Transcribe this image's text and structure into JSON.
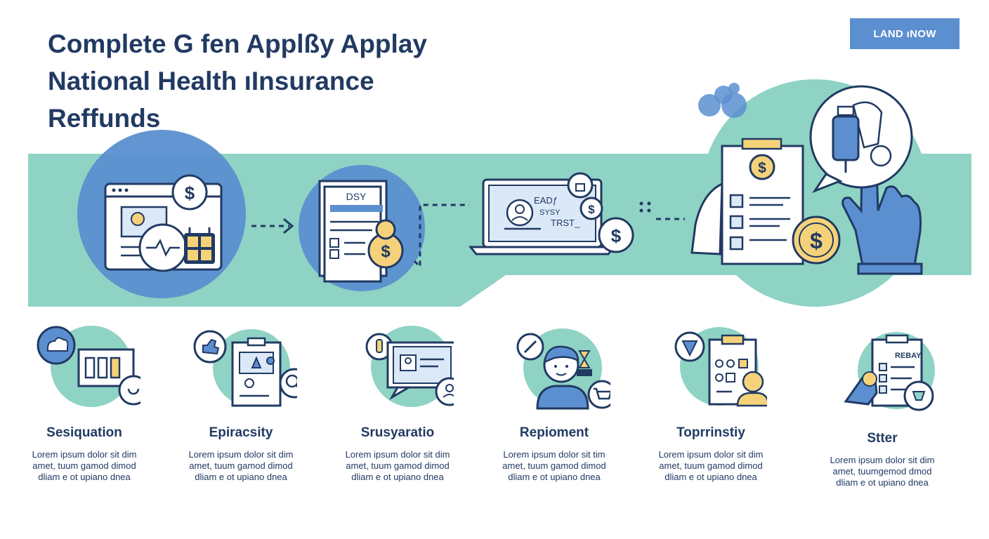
{
  "header": {
    "title_lines": [
      "Complete G fen Applßy Applay",
      "National Health ıInsurance",
      "Reffunds"
    ],
    "cta_label": "LAND ıNOW"
  },
  "hero": {
    "form_title": "DSY",
    "laptop_lines": [
      "EADƒ",
      "SYSY",
      "TRST_"
    ]
  },
  "checklist": {
    "title": "REBAY"
  },
  "steps": [
    {
      "title": "Sesiquation",
      "text": [
        "Lorem ipsum dolor sit dim",
        "amet, tuum gamod dimod",
        "dliam e ot upiano dnea"
      ]
    },
    {
      "title": "Epiracsity",
      "text": [
        "Lorem ipsum dolor sit dim",
        "amet, tuum gamod dimod",
        "dliam e ot upiano dnea"
      ]
    },
    {
      "title": "Srusyaratio",
      "text": [
        "Lorem ipsum dolor sit dim",
        "amet, tuum gamod dimod",
        "dliam e ot upiano dnea"
      ]
    },
    {
      "title": "Repioment",
      "text": [
        "Lorem ipsum dolor sit tim",
        "amet, tuum gamod dimod",
        "dliam e ot upiano dnea"
      ]
    },
    {
      "title": "Toprrinstiy",
      "text": [
        "Lorem ipsum dolor sit dim",
        "amet, tuum gamod dimod",
        "dliam e ot upiano dnea"
      ]
    },
    {
      "title": "Stter",
      "text": [
        "Lorem ipsum dolor sit dim",
        "amet, tuumgemod dmod",
        "dliam e ot upiano dnea"
      ]
    }
  ],
  "colors": {
    "navy": "#213a63",
    "teal": "#8fd3c4",
    "blue": "#5b8fd0",
    "light_blue": "#dbe8f7",
    "gold": "#f5d27a"
  }
}
